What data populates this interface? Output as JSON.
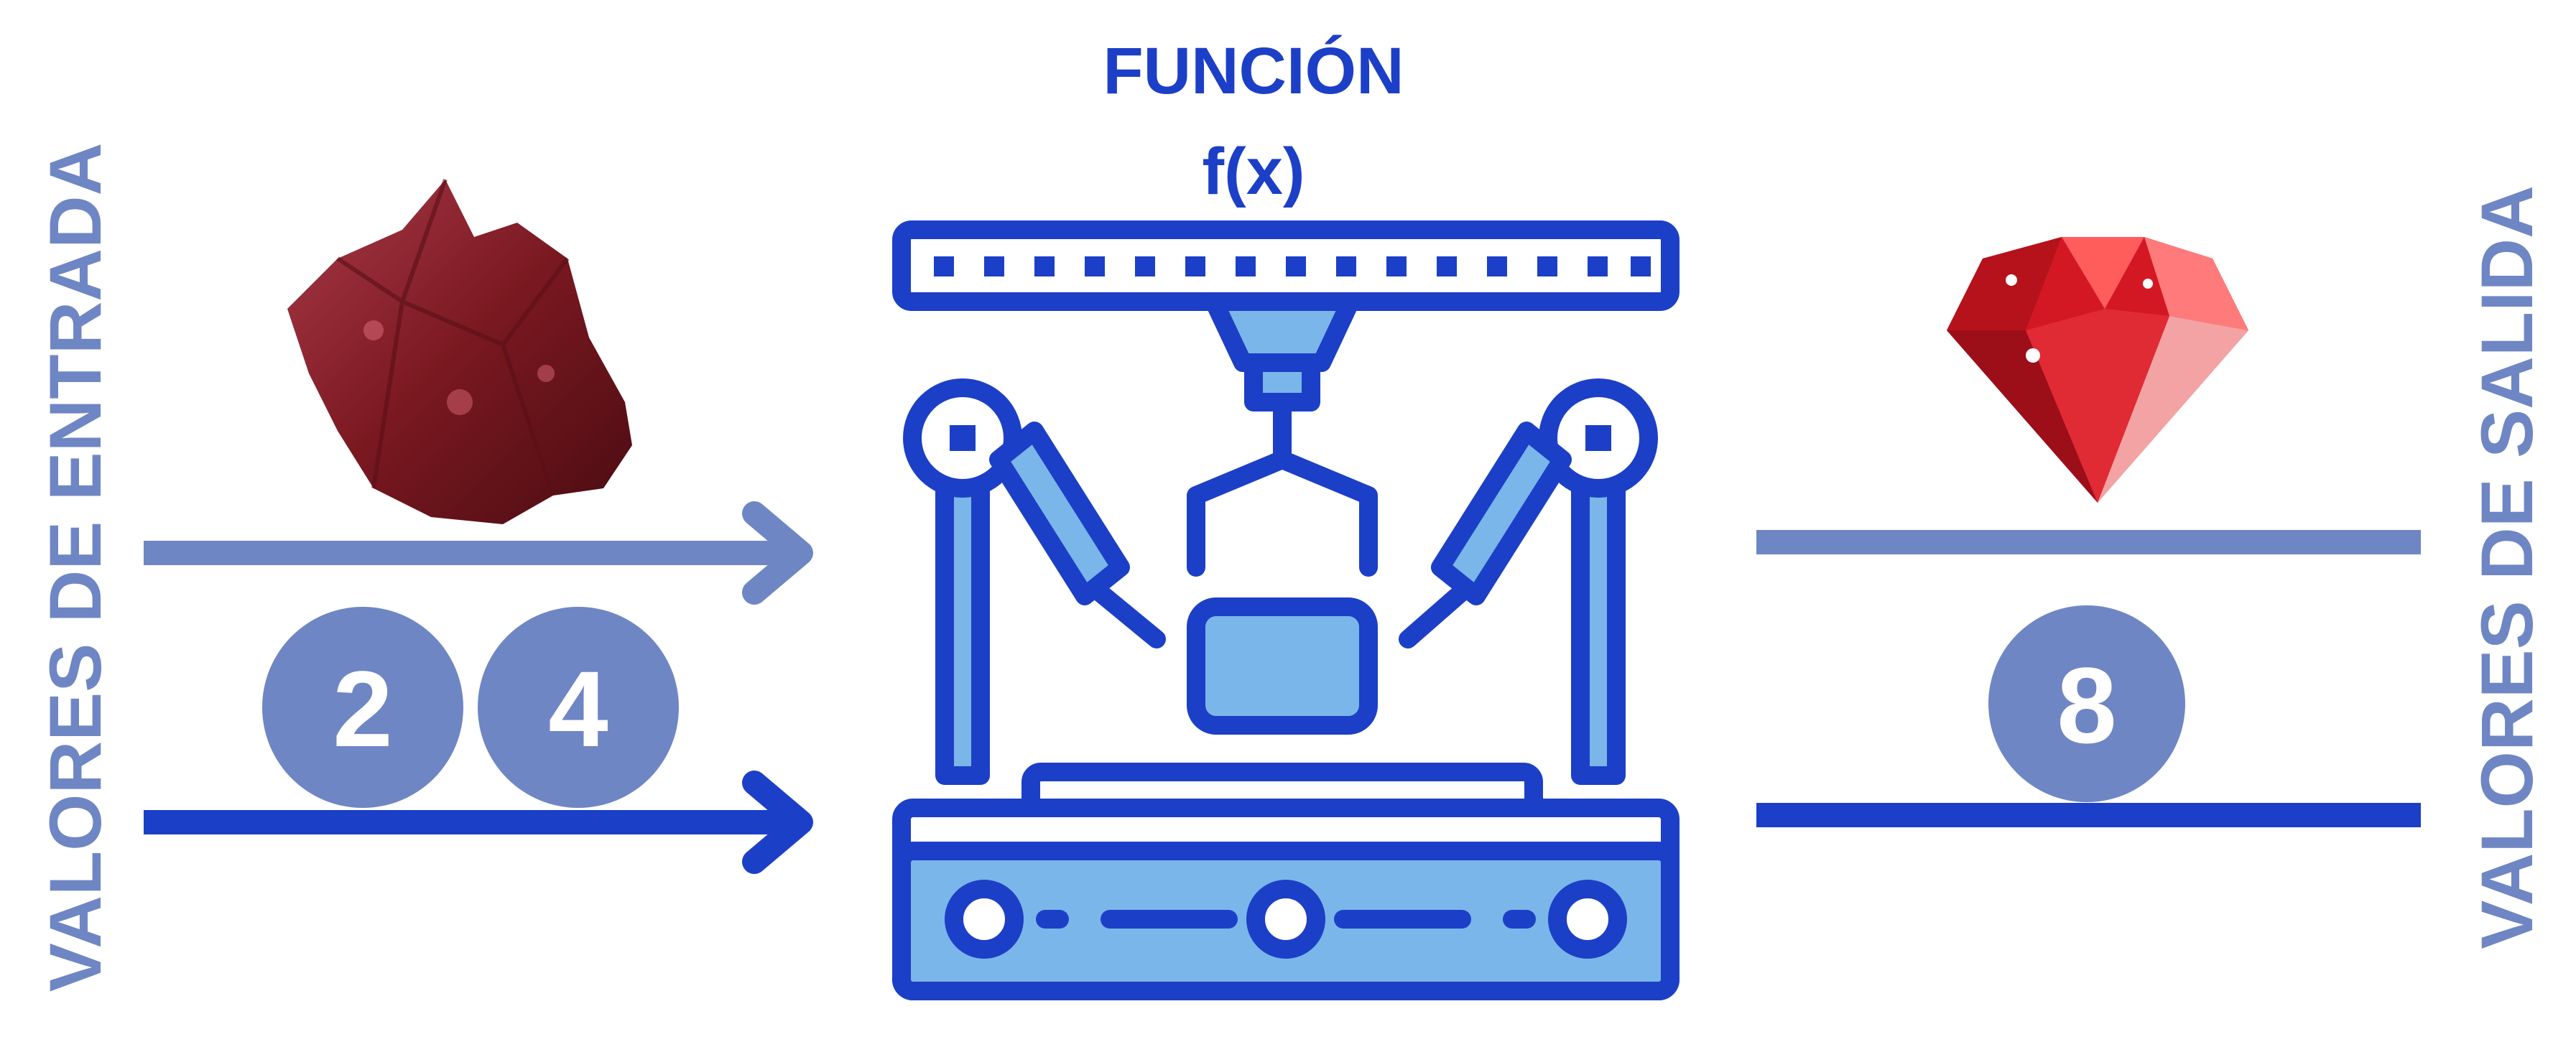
{
  "title": "FUNCIÓN",
  "subtitle": "f(x)",
  "input_label": "VALORES DE ENTRADA",
  "output_label": "VALORES DE SALIDA",
  "input_values": [
    "2",
    "4"
  ],
  "output_values": [
    "8"
  ],
  "icons": {
    "input_item": "raw-ruby-stone-icon",
    "output_item": "cut-ruby-gem-icon",
    "machine": "factory-robot-machine-icon"
  },
  "colors": {
    "primary_blue": "#1c3fc7",
    "light_blue": "#7ab6ea",
    "muted_blue": "#6f86c4",
    "ruby_red": "#d31824",
    "stone_red": "#7a1820",
    "background": "#ffffff"
  }
}
